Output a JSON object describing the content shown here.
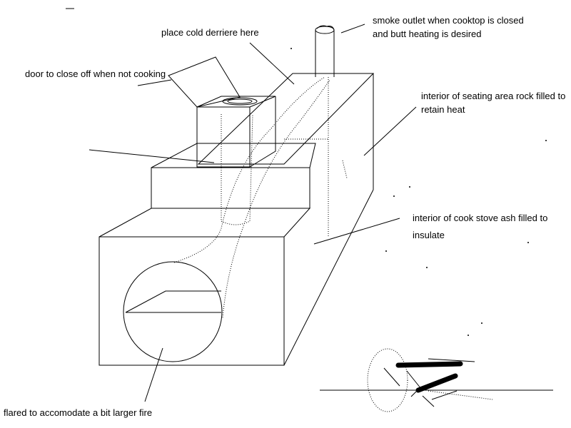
{
  "labels": {
    "smoke_outlet_line1": "smoke outlet when cooktop is closed",
    "smoke_outlet_line2": "and butt heating is desired",
    "seat": "place cold derriere here",
    "door": "door to close off when not cooking",
    "seating_interior_line1": "interior of seating area rock filled to",
    "seating_interior_line2": "retain heat",
    "cookstove_interior_line1": "interior of cook stove ash filled to",
    "cookstove_interior_line2": "insulate",
    "firebox": "flared to accomodate a bit larger fire"
  },
  "colors": {
    "ink": "#000000",
    "paper": "#ffffff"
  }
}
